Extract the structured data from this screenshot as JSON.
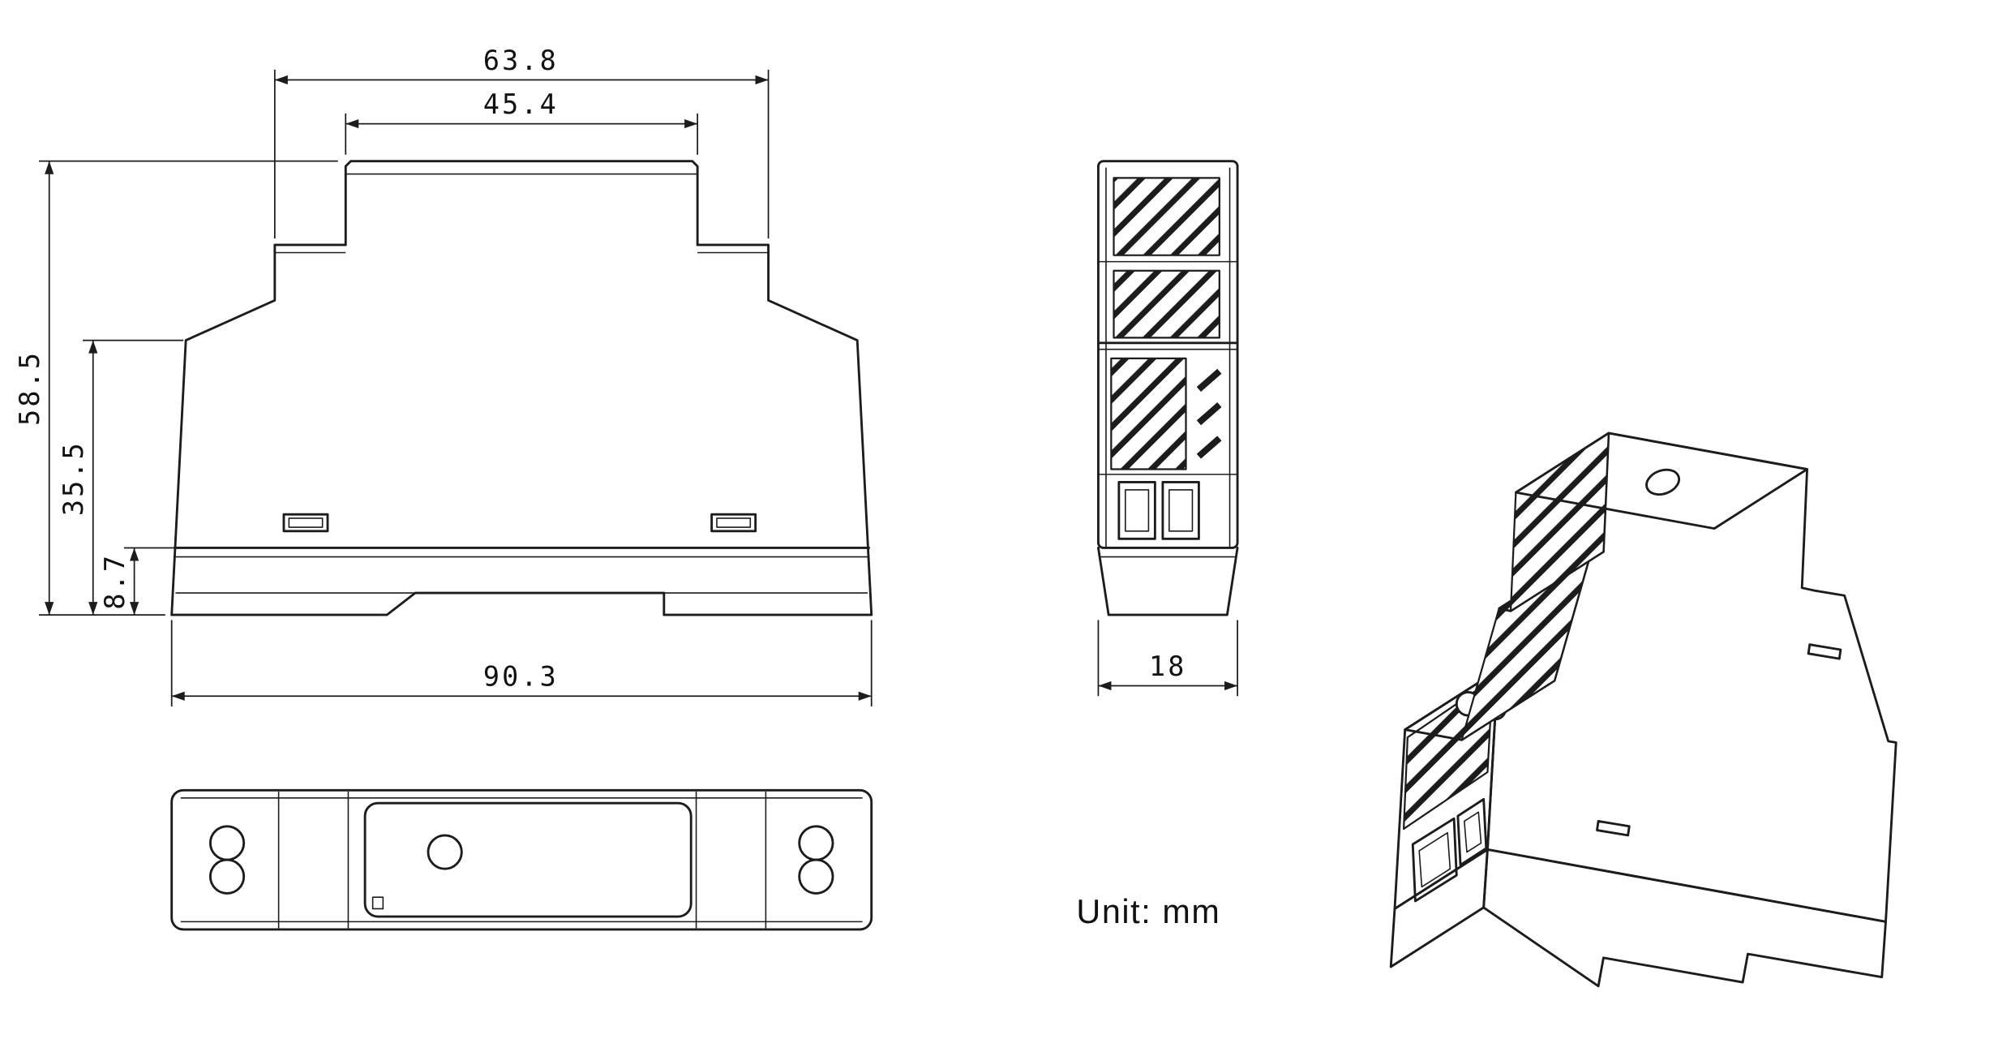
{
  "unit_label": "Unit: mm",
  "dims": {
    "top_outer_width": "63.8",
    "top_inner_width": "45.4",
    "total_height": "58.5",
    "body_height": "35.5",
    "base_height": "8.7",
    "overall_width": "90.3",
    "depth": "18"
  },
  "colors": {
    "line": "#1c1c1c",
    "background": "#ffffff"
  }
}
